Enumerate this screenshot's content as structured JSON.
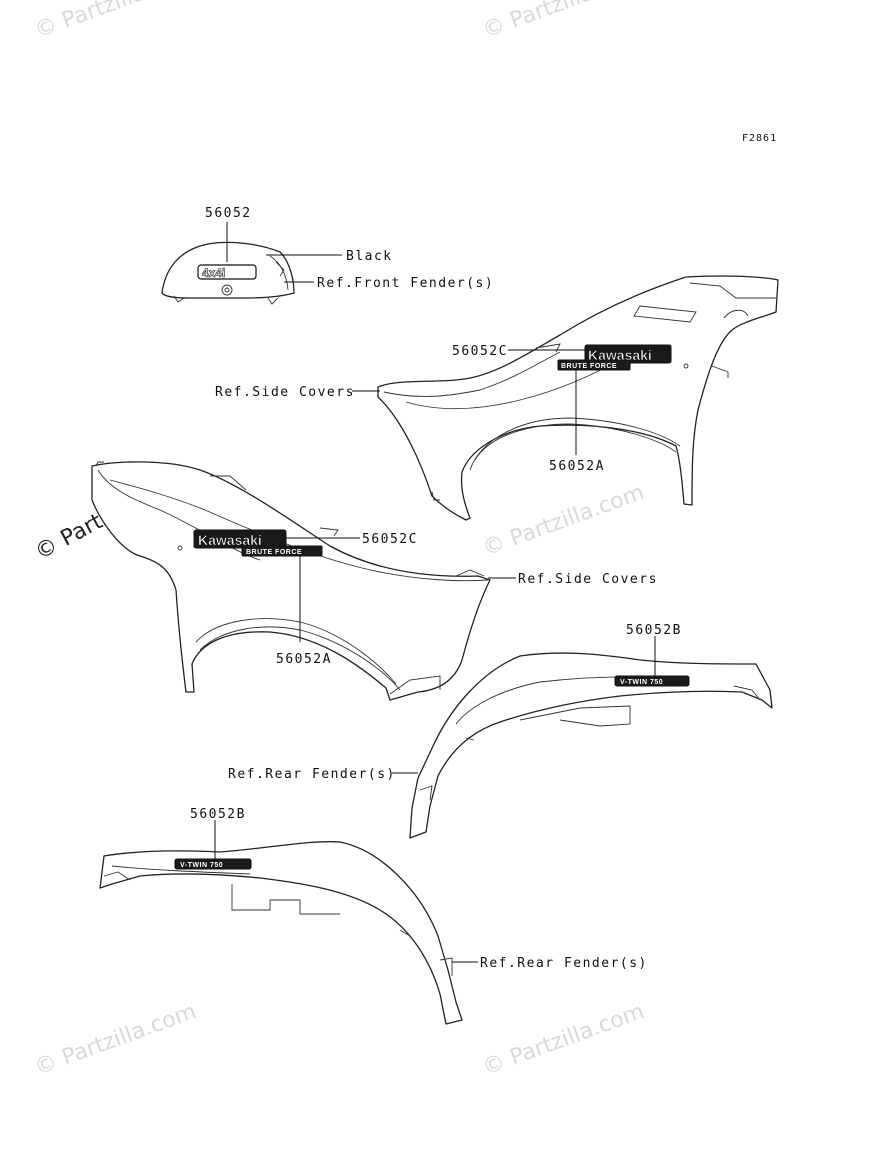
{
  "figure_code": "F2861",
  "watermarks": {
    "text": "© Partzilla.com",
    "prominent": "© Partzilla.com"
  },
  "callouts": {
    "front_decal_part": "56052",
    "black": "Black",
    "ref_front_fender": "Ref.Front Fender(s)",
    "upper_right_56052c": "56052C",
    "ref_side_covers_right": "Ref.Side Covers",
    "upper_right_56052a": "56052A",
    "left_56052c": "56052C",
    "ref_side_covers_left": "Ref.Side Covers",
    "left_56052a": "56052A",
    "rear_right_56052b": "56052B",
    "ref_rear_fender_right": "Ref.Rear Fender(s)",
    "rear_left_56052b": "56052B",
    "ref_rear_fender_left": "Ref.Rear Fender(s)"
  },
  "decals": {
    "front_emblem": "4x4i",
    "kawasaki": "Kawasaki",
    "brute_force": "BRUTE FORCE",
    "vtwin": "V-TWIN 750"
  }
}
